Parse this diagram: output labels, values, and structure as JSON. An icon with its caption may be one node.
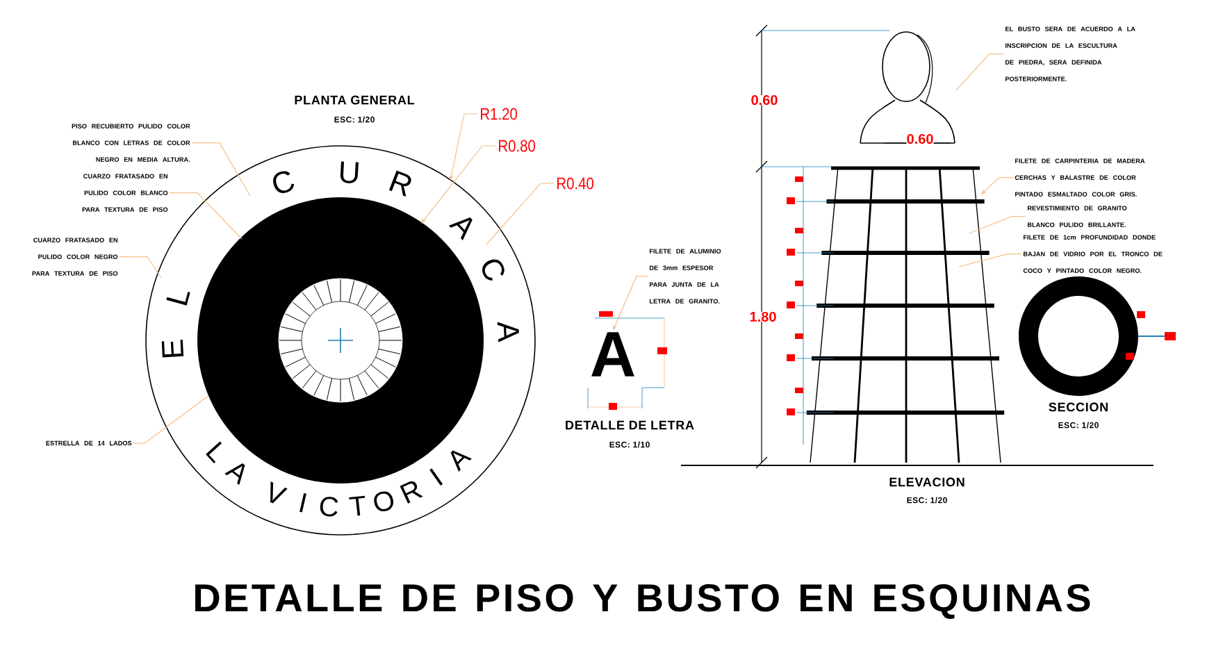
{
  "diagram": {
    "title": "DETALLE DE PISO Y BUSTO EN ESQUINAS",
    "nodes": [
      {
        "text": [
          "PISO RECUBIERTO PULIDO COLOR BLANCO CON LETRAS DE COLOR NEGRO EN MEDIA ALTURA."
        ]
      },
      {
        "text": [
          "CUARZO FRATASADO EN PULIDO COLOR BLANCO PARA TEXTURA DE PISO"
        ]
      },
      {
        "text": [
          "CUARZO FRATASADO EN PULIDO COLOR NEGRO PARA TEXTURA DE PISO"
        ]
      },
      {
        "text": [
          "ESTRELLA DE 14 LADOS"
        ]
      },
      {
        "text": [
          "R1.20"
        ]
      },
      {
        "text": [
          "R0.80"
        ]
      },
      {
        "text": [
          "R0.40"
        ]
      },
      {
        "text": [
          "FILETE DE ALUMINIO DE 3mm ESPESOR PARA JUNTA DE LA LETRA DE GRANITO."
        ]
      },
      {
        "text": [
          "EL BUSTO SERA DE ACUERDO A LA INSCRIPCION DE LA ESCULTURA DE PIEDRA, SERA DEFINIDA POSTERIORMENTE."
        ]
      },
      {
        "text": [
          "FILETE DE CARPINTERIA DE MADERA CERCHAS Y BALASTRE DE COLOR PINTADO ESMALTADO COLOR GRIS."
        ]
      },
      {
        "text": [
          "REVESTIMIENTO DE GRANITO BLANCO PULIDO BRILLANTE."
        ]
      },
      {
        "text": [
          "FILETE DE 1cm PROFUNDIDAD DONDE BAJAN DE VIDRIO POR EL TRONCO DE COCO Y PINTADO COLOR NEGRO."
        ]
      },
      {
        "text": [
          "A"
        ]
      }
    ],
    "edges": [
      {
        "from": 0,
        "to": null,
        "arrow": "none"
      },
      {
        "from": 1,
        "to": null,
        "arrow": "none"
      },
      {
        "from": 2,
        "to": null,
        "arrow": "none"
      },
      {
        "from": 3,
        "to": null,
        "arrow": "none"
      },
      {
        "from": 4,
        "to": null,
        "arrow": "to"
      },
      {
        "from": 5,
        "to": null,
        "arrow": "to"
      },
      {
        "from": 6,
        "to": null,
        "arrow": "none"
      },
      {
        "from": 7,
        "to": 12,
        "arrow": "to"
      },
      {
        "from": 8,
        "to": null,
        "arrow": "none"
      },
      {
        "from": 9,
        "to": null,
        "arrow": "to"
      },
      {
        "from": 10,
        "to": null,
        "arrow": "none"
      },
      {
        "from": 11,
        "to": null,
        "arrow": "none"
      }
    ],
    "labels": [
      "PLANTA GENERAL",
      "ESC: 1/20",
      "E",
      "L",
      "C",
      "U",
      "R",
      "A",
      "C",
      "A",
      "L",
      "A",
      "V",
      "I",
      "C",
      "T",
      "O",
      "R",
      "I",
      "A",
      "DETALLE DE LETRA",
      "ESC: 1/10",
      "0.60",
      "1.80",
      "0.60",
      "ELEVACION",
      "ESC: 1/20",
      "SECCION",
      "ESC: 1/20"
    ]
  }
}
